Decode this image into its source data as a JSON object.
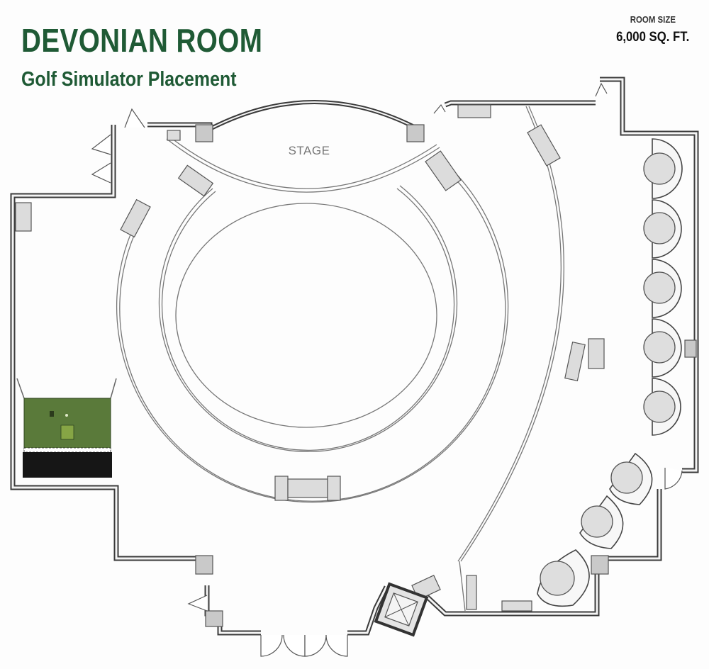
{
  "header": {
    "title": "DEVONIAN ROOM",
    "subtitle": "Golf Simulator Placement"
  },
  "room_size": {
    "label": "ROOM SIZE",
    "value": "6,000 SQ. FT."
  },
  "floor_plan": {
    "stage_label": "STAGE",
    "booth_count": 8,
    "colors": {
      "title": "#1f5a35",
      "simulator_screen": "#5a7a3a",
      "simulator_base": "#161616",
      "walls": "#3b3b3b"
    }
  }
}
